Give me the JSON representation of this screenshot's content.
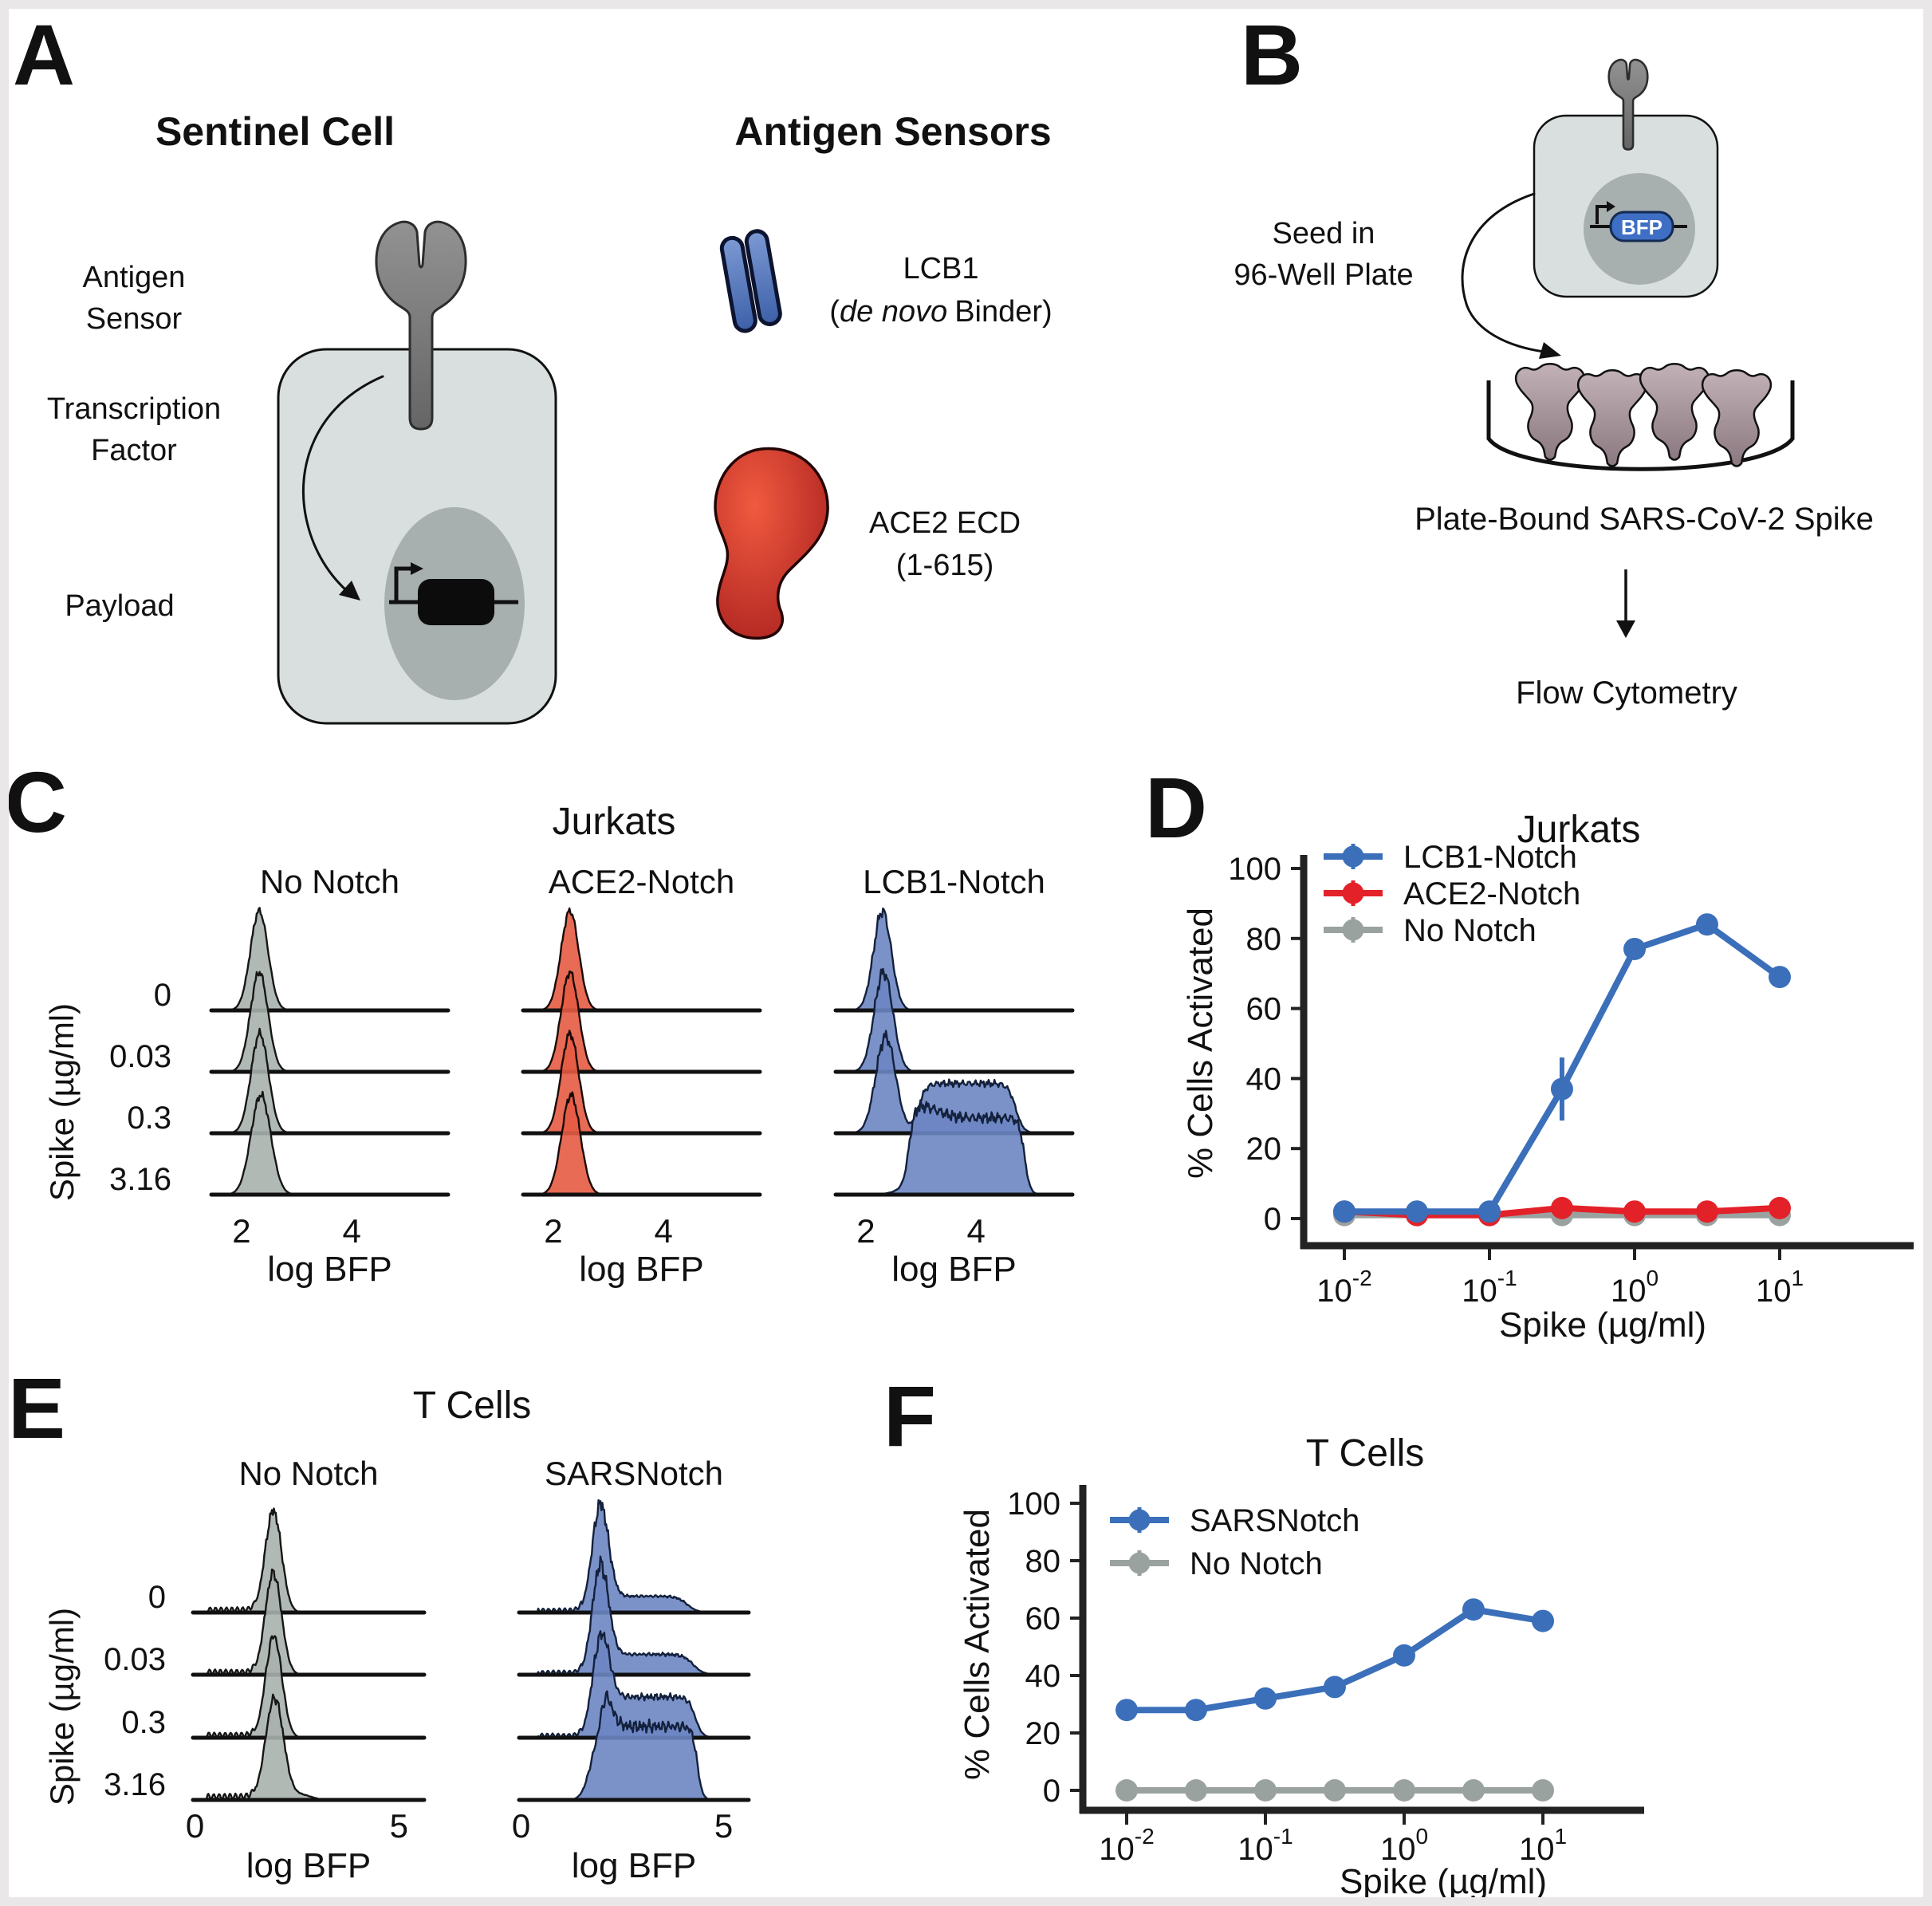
{
  "background": "#ffffff",
  "frame_color": "#e9e7e7",
  "panelA": {
    "label": "A",
    "left_title": "Sentinel Cell",
    "right_title": "Antigen Sensors",
    "antigen_sensor_label": [
      "Antigen",
      "Sensor"
    ],
    "transcription_factor_label": [
      "Transcription",
      "Factor"
    ],
    "payload_label": "Payload",
    "lcb1_name": "LCB1",
    "lcb1_sub_pre": "(",
    "lcb1_sub_italic": "de novo",
    "lcb1_sub_post": "Binder)",
    "ace2_name": "ACE2 ECD",
    "ace2_sub": "(1-615)"
  },
  "panelB": {
    "label": "B",
    "seed_caption": [
      "Seed in",
      "96-Well Plate"
    ],
    "bfp_label": "BFP",
    "plate_caption": "Plate-Bound SARS-CoV-2 Spike",
    "flow_caption": "Flow Cytometry"
  },
  "icons": {
    "receptor": "notch-receptor-icon",
    "lcb1_binder": "lcb1-rods-icon",
    "ace2_blob": "ace2-ecd-icon",
    "spike_protein": "spike-protein-icon",
    "well": "96-well-icon",
    "promoter": "promoter-arrow-icon",
    "payload_gene": "payload-gene-icon",
    "bfp_gene": "bfp-gene-icon"
  },
  "diagram_colors": {
    "cell_fill": "#D8DFDE",
    "cell_stroke": "#111111",
    "nucleus_fill": "#A7AFAF",
    "receptor_fill": "#7D7D7D",
    "payload_fill": "#0C0C0C",
    "bfp_fill": "#3F6FC5",
    "bfp_text": "#FFFFFF",
    "lcb1_fill": "#5878B8",
    "ace2_fill": "#D6281F",
    "spike_fill": "#A8959C",
    "line_color": "#111111"
  },
  "chart_data": [
    {
      "id": "C",
      "type": "ridgeline-histogram",
      "panel_label": "C",
      "title": "Jurkats",
      "ylabel": "Spike (µg/ml)",
      "xlabel": "log BFP",
      "row_labels": [
        "0",
        "0.03",
        "0.3",
        "3.16"
      ],
      "xticks": [
        2,
        4
      ],
      "xrange": [
        1.45,
        5.75
      ],
      "columns": [
        {
          "label": "No Notch",
          "fill": "#A9B1AD",
          "stroke": "#161616",
          "noise": 0.05,
          "rows": [
            [
              {
                "g": [
                  2.32,
                  0.16,
                  1.0
                ]
              }
            ],
            [
              {
                "g": [
                  2.32,
                  0.16,
                  1.0
                ]
              }
            ],
            [
              {
                "g": [
                  2.33,
                  0.16,
                  1.0
                ]
              }
            ],
            [
              {
                "g": [
                  2.35,
                  0.18,
                  1.0
                ]
              }
            ]
          ]
        },
        {
          "label": "ACE2-Notch",
          "fill": "#E65B42",
          "stroke": "#1A0B08",
          "noise": 0.05,
          "rows": [
            [
              {
                "g": [
                  2.3,
                  0.16,
                  1.0
                ]
              }
            ],
            [
              {
                "g": [
                  2.3,
                  0.16,
                  1.0
                ]
              }
            ],
            [
              {
                "g": [
                  2.3,
                  0.16,
                  1.0
                ]
              }
            ],
            [
              {
                "g": [
                  2.32,
                  0.17,
                  1.0
                ]
              }
            ]
          ]
        },
        {
          "label": "LCB1-Notch",
          "fill": "#6D86C3",
          "stroke": "#14213C",
          "noise": 0.09,
          "rows": [
            [
              {
                "g": [
                  2.3,
                  0.16,
                  1.0
                ]
              }
            ],
            [
              {
                "g": [
                  2.32,
                  0.17,
                  1.0
                ]
              }
            ],
            [
              {
                "g": [
                  2.36,
                  0.18,
                  0.97
                ]
              },
              {
                "p": [
                  2.95,
                  4.72,
                  0.5,
                  0.28
                ]
              }
            ],
            [
              {
                "p": [
                  2.78,
                  4.88,
                  0.77,
                  0.2
                ]
              },
              {
                "g": [
                  3.0,
                  0.3,
                  0.12
                ]
              }
            ]
          ]
        }
      ]
    },
    {
      "id": "D",
      "type": "line",
      "panel_label": "D",
      "title": "Jurkats",
      "xlabel": "Spike (µg/ml)",
      "ylabel": "% Cells Activated",
      "x_values": [
        0.01,
        0.0316,
        0.1,
        0.316,
        1,
        3.16,
        10
      ],
      "xtick_exponents": [
        -2,
        -1,
        0,
        1
      ],
      "ylim": [
        0,
        100
      ],
      "yticks": [
        0,
        20,
        40,
        60,
        80,
        100
      ],
      "legend_position": "upper-left",
      "grid": false,
      "series": [
        {
          "name": "LCB1-Notch",
          "color": "#3B6FBA",
          "values": [
            2,
            2,
            2,
            37,
            77,
            84,
            69
          ],
          "errors": [
            1,
            1,
            1,
            9,
            2,
            3,
            2
          ]
        },
        {
          "name": "ACE2-Notch",
          "color": "#E32129",
          "values": [
            2,
            1,
            1,
            3,
            2,
            2,
            3
          ],
          "errors": [
            1,
            1,
            1,
            2,
            1,
            1,
            1
          ]
        },
        {
          "name": "No Notch",
          "color": "#9AA2A0",
          "values": [
            1,
            1,
            1,
            1,
            1,
            1,
            1
          ],
          "errors": [
            1,
            1,
            1,
            1,
            1,
            1,
            1
          ]
        }
      ]
    },
    {
      "id": "E",
      "type": "ridgeline-histogram",
      "panel_label": "E",
      "title": "T Cells",
      "ylabel": "Spike (µg/ml)",
      "xlabel": "log BFP",
      "row_labels": [
        "0",
        "0.03",
        "0.3",
        "3.16"
      ],
      "xticks": [
        0,
        5
      ],
      "xrange": [
        -0.05,
        5.62
      ],
      "columns": [
        {
          "label": "No Notch",
          "fill": "#A9B1AD",
          "stroke": "#161616",
          "noise": 0.07,
          "rows": [
            [
              {
                "g": [
                  1.92,
                  0.2,
                  1.0
                ]
              },
              {
                "t": [
                  0.3,
                  1.5,
                  0.05
                ]
              }
            ],
            [
              {
                "g": [
                  1.92,
                  0.2,
                  1.0
                ]
              },
              {
                "t": [
                  0.3,
                  1.5,
                  0.05
                ]
              }
            ],
            [
              {
                "g": [
                  1.93,
                  0.2,
                  1.0
                ]
              },
              {
                "t": [
                  0.3,
                  1.5,
                  0.05
                ]
              }
            ],
            [
              {
                "g": [
                  1.95,
                  0.22,
                  1.0
                ]
              },
              {
                "t": [
                  0.3,
                  1.5,
                  0.06
                ]
              },
              {
                "g": [
                  2.6,
                  0.25,
                  0.05
                ]
              }
            ]
          ]
        },
        {
          "label": "SARSNotch",
          "fill": "#6D86C3",
          "stroke": "#14213C",
          "noise": 0.1,
          "rows": [
            [
              {
                "g": [
                  1.95,
                  0.2,
                  1.0
                ]
              },
              {
                "p": [
                  2.0,
                  4.1,
                  0.16,
                  0.5
                ]
              },
              {
                "t": [
                  0.4,
                  1.5,
                  0.04
                ]
              }
            ],
            [
              {
                "g": [
                  1.95,
                  0.2,
                  1.0
                ]
              },
              {
                "p": [
                  2.0,
                  4.25,
                  0.2,
                  0.5
                ]
              },
              {
                "t": [
                  0.4,
                  1.5,
                  0.04
                ]
              }
            ],
            [
              {
                "g": [
                  1.95,
                  0.2,
                  0.9
                ]
              },
              {
                "p": [
                  2.05,
                  4.3,
                  0.4,
                  0.35
                ]
              },
              {
                "t": [
                  0.4,
                  1.5,
                  0.04
                ]
              }
            ],
            [
              {
                "g": [
                  1.93,
                  0.22,
                  0.55
                ]
              },
              {
                "p": [
                  2.0,
                  4.35,
                  0.72,
                  0.25
                ]
              }
            ]
          ]
        }
      ]
    },
    {
      "id": "F",
      "type": "line",
      "panel_label": "F",
      "title": "T Cells",
      "xlabel": "Spike (µg/ml)",
      "ylabel": "% Cells Activated",
      "x_values": [
        0.01,
        0.0316,
        0.1,
        0.316,
        1,
        3.16,
        10
      ],
      "xtick_exponents": [
        -2,
        -1,
        0,
        1
      ],
      "ylim": [
        0,
        100
      ],
      "yticks": [
        0,
        20,
        40,
        60,
        80,
        100
      ],
      "legend_position": "upper-left",
      "grid": false,
      "series": [
        {
          "name": "SARSNotch",
          "color": "#3B6FBA",
          "values": [
            28,
            28,
            32,
            36,
            47,
            63,
            59
          ],
          "errors": [
            2,
            2,
            1,
            1,
            1,
            2,
            1
          ]
        },
        {
          "name": "No Notch",
          "color": "#9AA2A0",
          "values": [
            0,
            0,
            0,
            0,
            0,
            0,
            0
          ],
          "errors": [
            1,
            1,
            1,
            1,
            1,
            1,
            1
          ]
        }
      ]
    }
  ]
}
